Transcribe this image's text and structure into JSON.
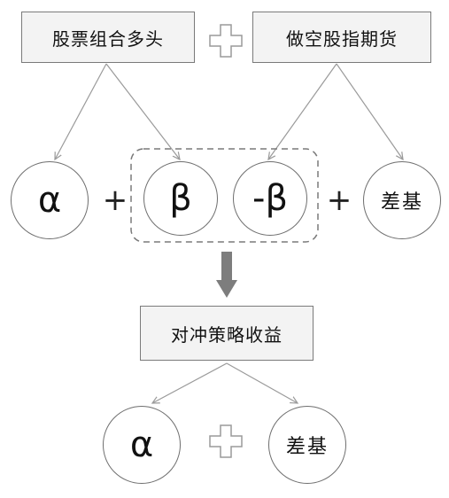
{
  "top": {
    "left_box": "股票组合多头",
    "right_box": "做空股指期货"
  },
  "middle": {
    "alpha": "α",
    "plus1": "+",
    "beta": "β",
    "neg_beta": "-β",
    "plus2": "+",
    "basis": "差基"
  },
  "result": {
    "box": "对冲策略收益",
    "alpha": "α",
    "basis": "差基"
  },
  "colors": {
    "box_fill": "#f3f3f3",
    "stroke": "#7a7a7a",
    "line": "#9a9a9a",
    "arrow_fill": "#7d7d7d",
    "plus_outline": "#9a9a9a",
    "plus_fill": "#ffffff"
  }
}
